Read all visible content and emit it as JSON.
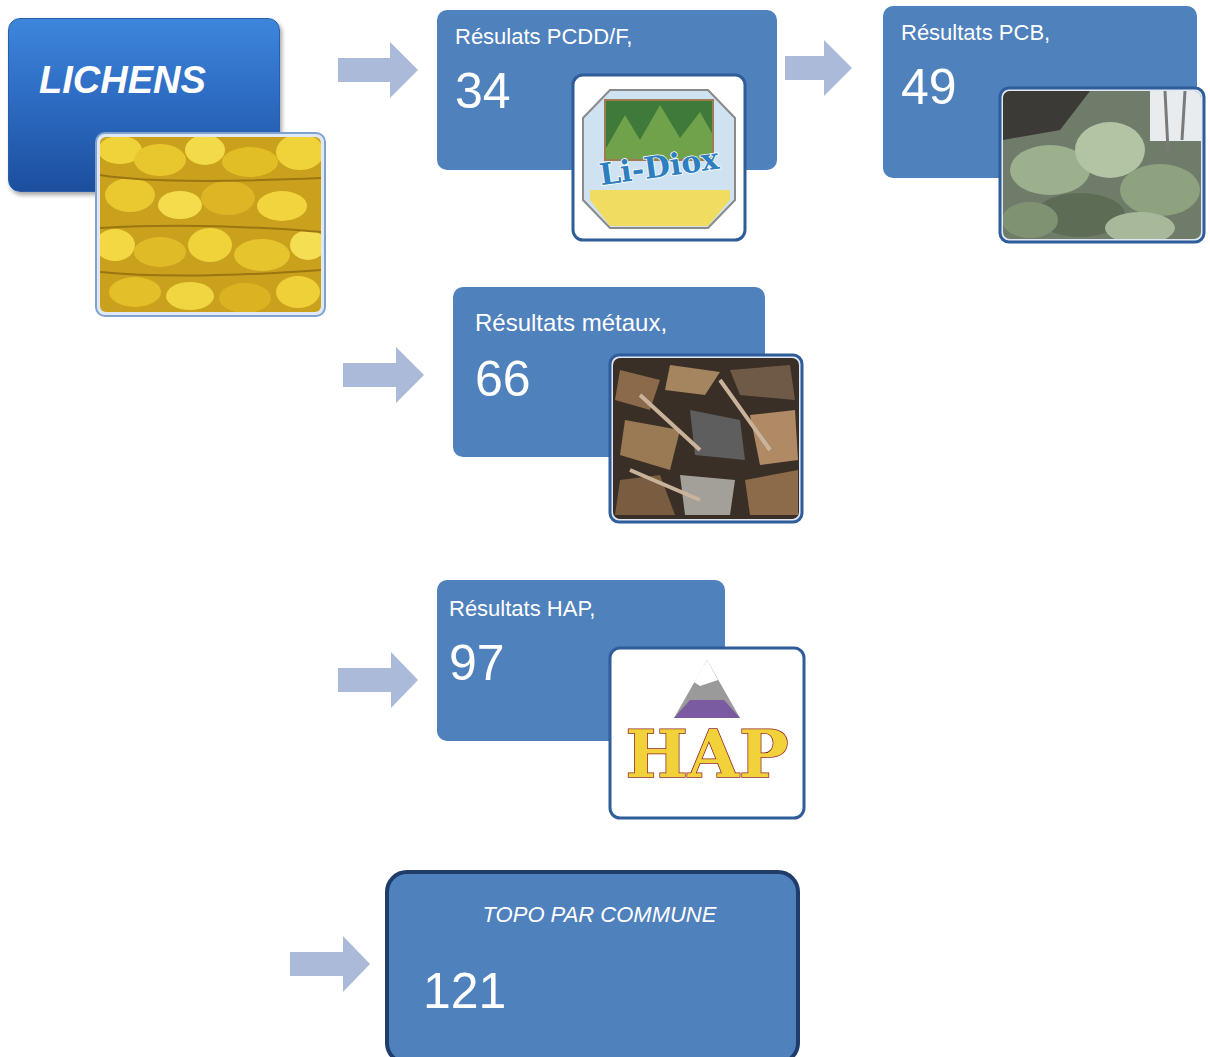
{
  "diagram": {
    "nodes": [
      {
        "text": [
          "LICHENS"
        ]
      },
      {
        "text": [
          "Résulats PCDD/F,",
          "34"
        ]
      },
      {
        "text": [
          "Résultats PCB,",
          "49"
        ]
      },
      {
        "text": [
          "Résultats métaux,",
          "66"
        ]
      },
      {
        "text": [
          "Résultats HAP,",
          "97"
        ]
      },
      {
        "text": [
          "TOPO PAR COMMUNE",
          "121"
        ]
      }
    ],
    "edges": [
      {
        "from": 0,
        "to": 1,
        "arrow": "to"
      },
      {
        "from": 1,
        "to": 2,
        "arrow": "to"
      }
    ],
    "labels": [
      "Li-Diox",
      "HAP"
    ]
  }
}
